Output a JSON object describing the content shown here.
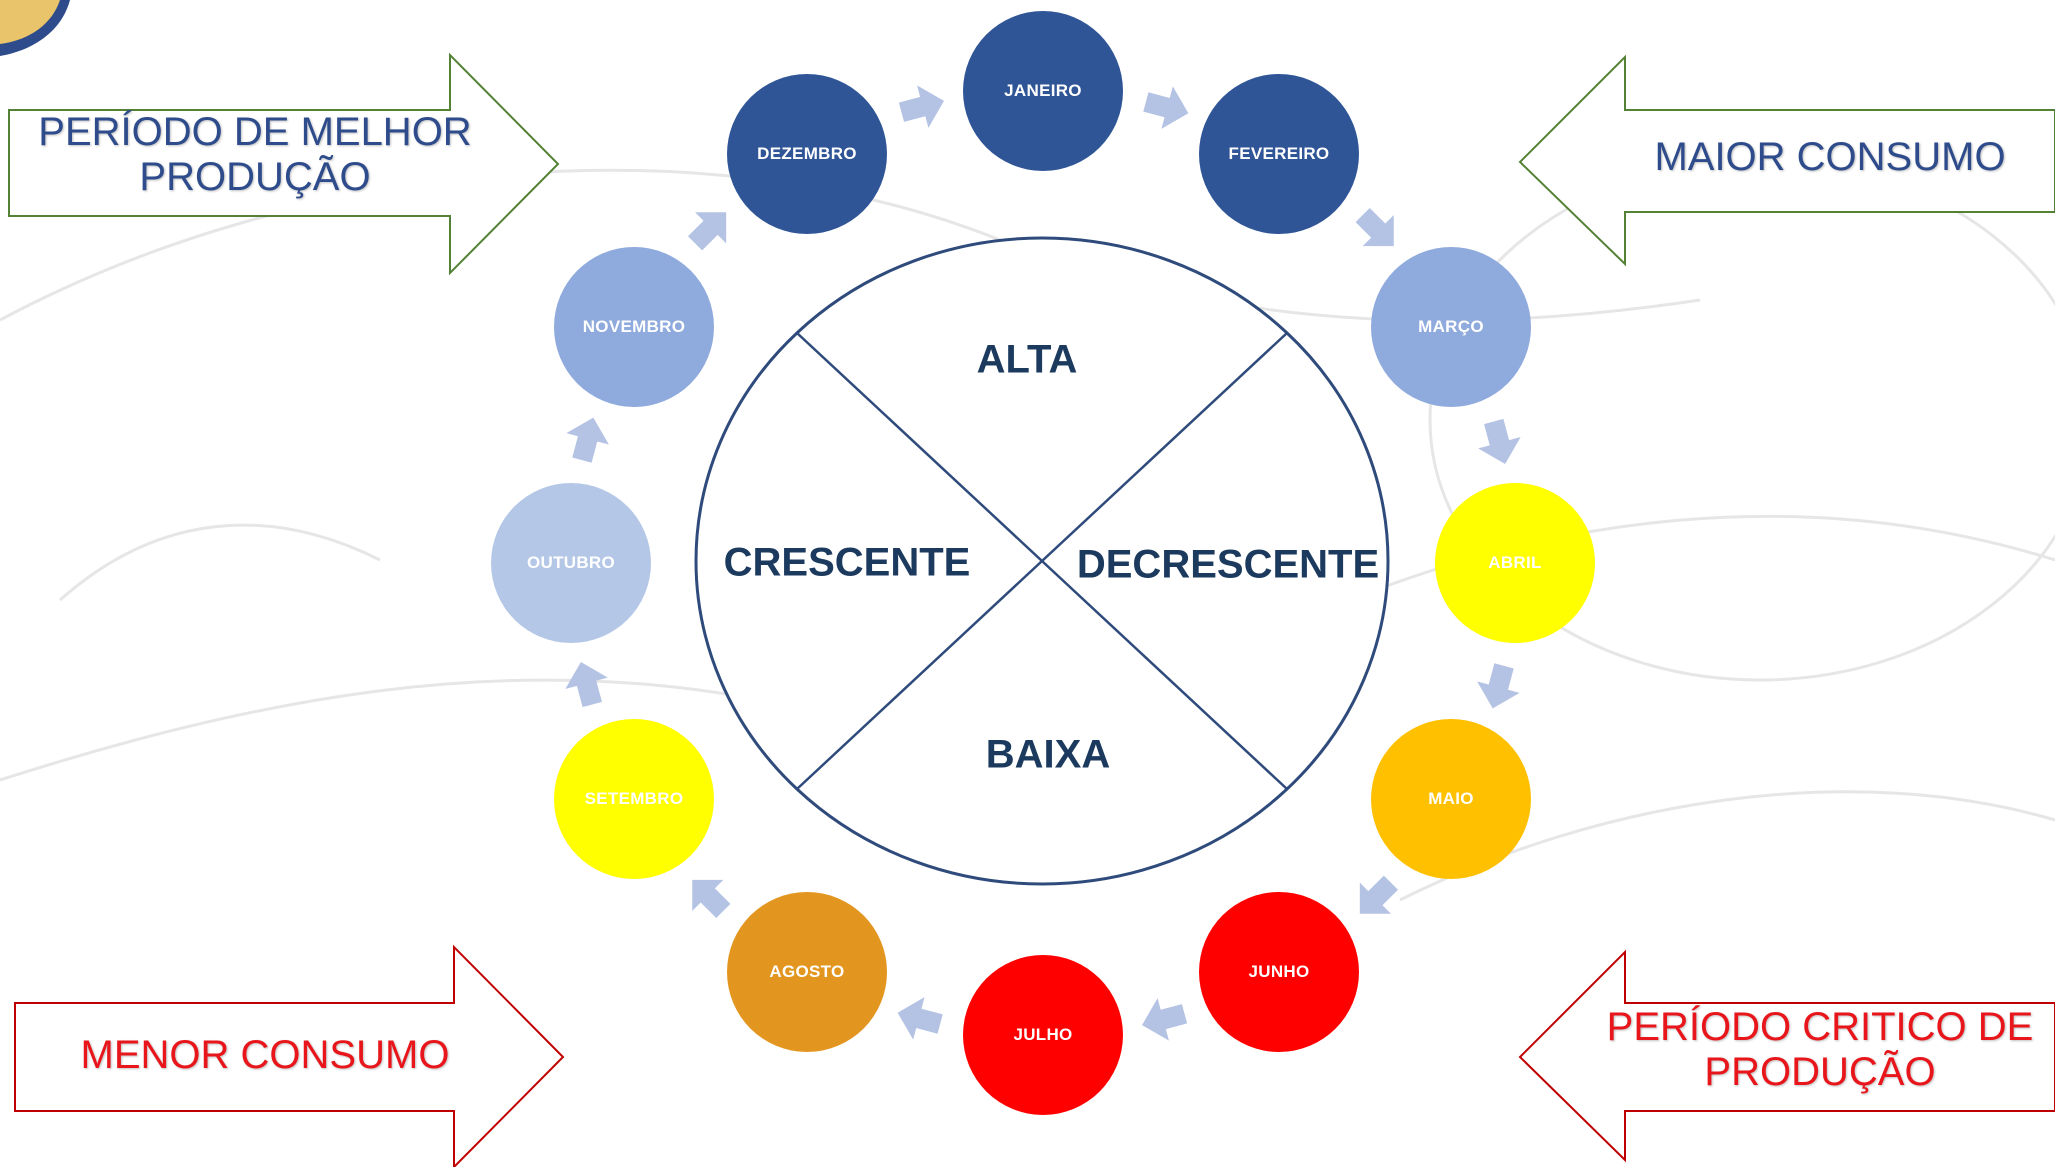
{
  "months": [
    {
      "label": "JANEIRO",
      "color": "#2f5597"
    },
    {
      "label": "FEVEREIRO",
      "color": "#2f5597"
    },
    {
      "label": "MARÇO",
      "color": "#8faadc"
    },
    {
      "label": "ABRIL",
      "color": "#ffff00"
    },
    {
      "label": "MAIO",
      "color": "#ffc000"
    },
    {
      "label": "JUNHO",
      "color": "#ff0000"
    },
    {
      "label": "JULHO",
      "color": "#ff0000"
    },
    {
      "label": "AGOSTO",
      "color": "#e3961f"
    },
    {
      "label": "SETEMBRO",
      "color": "#ffff00"
    },
    {
      "label": "OUTUBRO",
      "color": "#b4c7e7"
    },
    {
      "label": "NOVEMBRO",
      "color": "#8faadc"
    },
    {
      "label": "DEZEMBRO",
      "color": "#2f5597"
    }
  ],
  "quadrants": {
    "top": "ALTA",
    "right": "DECRESCENTE",
    "bottom": "BAIXA",
    "left": "CRESCENTE"
  },
  "callouts": {
    "top_left": "PERÍODO DE MELHOR PRODUÇÃO",
    "top_right": "MAIOR CONSUMO",
    "bottom_left": "MENOR CONSUMO",
    "bottom_right": "PERÍODO CRITICO DE PRODUÇÃO"
  },
  "colors": {
    "arrow_green": "#548235",
    "arrow_red": "#c00000",
    "cycle_arrow": "#b4c2e4",
    "circle_line": "#2f4b7c"
  }
}
